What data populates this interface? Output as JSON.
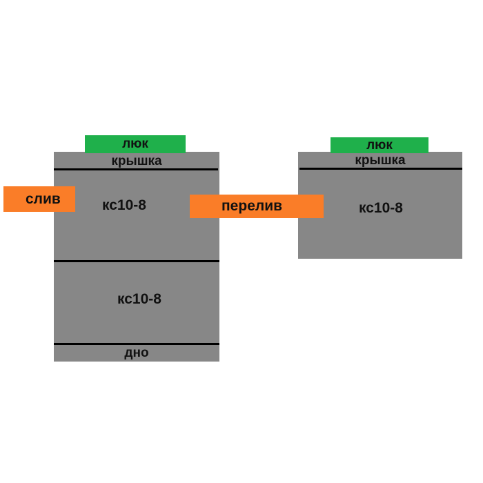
{
  "colors": {
    "well": "#878787",
    "divider": "#000000",
    "hatch": "#1fb04b",
    "pipe": "#fa7d28",
    "background": "#ffffff"
  },
  "left_well": {
    "hatch": "люк",
    "cover": "крышка",
    "ring_top": "кс10-8",
    "ring_bottom": "кс10-8",
    "bottom": "дно"
  },
  "right_well": {
    "hatch": "люк",
    "cover": "крышка",
    "ring": "кс10-8"
  },
  "pipes": {
    "drain": "слив",
    "overflow": "перелив"
  }
}
